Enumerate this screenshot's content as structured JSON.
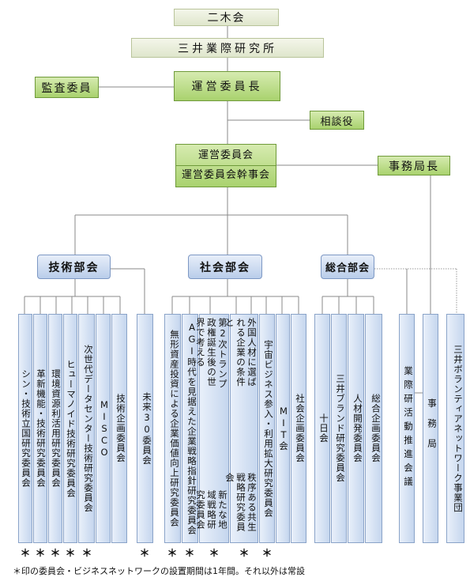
{
  "top": {
    "nimokukai": "二木会",
    "institute": "三井業際研究所",
    "audit": "監査委員",
    "chair": "運営委員長",
    "advisor": "相談役",
    "committee_line1": "運営委員会",
    "committee_line2": "運営委員会幹事会",
    "secretariat": "事務局長"
  },
  "divisions": {
    "tech": "技術部会",
    "social": "社会部会",
    "general": "総合部会"
  },
  "tech_units": [
    "シン・技術立国研究委員会",
    "革新機能・技術研究委員会",
    "環境資源利活用研究委員会",
    "ヒューマノイド技術研究委員会",
    "次世代データセンター技術研究委員会",
    "MISCO",
    "技術企画委員会"
  ],
  "future": "未来30委員会",
  "social_units": {
    "intangible": "無形資産投資による企業価値向上研究委員会",
    "agi": "AGI時代を見据えた企業戦略指針研究委員会",
    "trump": [
      "第2次トランプ政権誕生後の世界で考える",
      "新たな地域戦略研究委員会"
    ],
    "foreign": [
      "外国人材に選ばれる企業の条件と",
      "秩序ある共生戦略研究委員会"
    ],
    "space": "宇宙ビジネス参入・利用拡大研究委員会",
    "mit": "MIT会",
    "planning": "社会企画委員会"
  },
  "general_units": [
    "十日会",
    "三井ブランド研究委員会",
    "人材開発委員会",
    "総合企画委員会"
  ],
  "right_units": {
    "promotion": "業際研活動推進会議",
    "office": "事務局",
    "volunteer": "三井ボランティアネットワーク事業団"
  },
  "marker": "＊",
  "footnote": "＊印の委員会・ビジネスネットワークの設置期間は1年間。それ以外は常設"
}
